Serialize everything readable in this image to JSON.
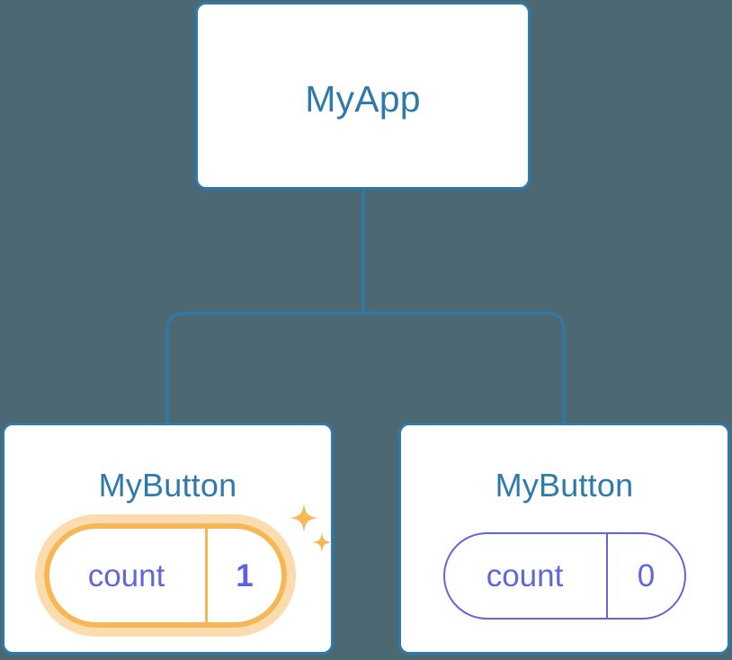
{
  "diagram": {
    "title_semantic": "component-tree-with-highlighted-state",
    "background_color": "#4c6873",
    "edge_color": "#2e7bab",
    "node_border_color": "#2e7bab",
    "node_fill_color": "#ffffff",
    "node_label_color": "#2e7bab",
    "state_color": "#6166d8",
    "highlight_color": "#f6b756",
    "highlight_glow_color": "#fbdcae"
  },
  "nodes": {
    "root": {
      "label": "MyApp"
    },
    "child_left": {
      "label": "MyButton",
      "state": {
        "key": "count",
        "value": "1",
        "highlighted": true
      }
    },
    "child_right": {
      "label": "MyButton",
      "state": {
        "key": "count",
        "value": "0",
        "highlighted": false
      }
    }
  },
  "icons": {
    "sparkle_large": "sparkle-icon",
    "sparkle_small": "sparkle-icon"
  }
}
